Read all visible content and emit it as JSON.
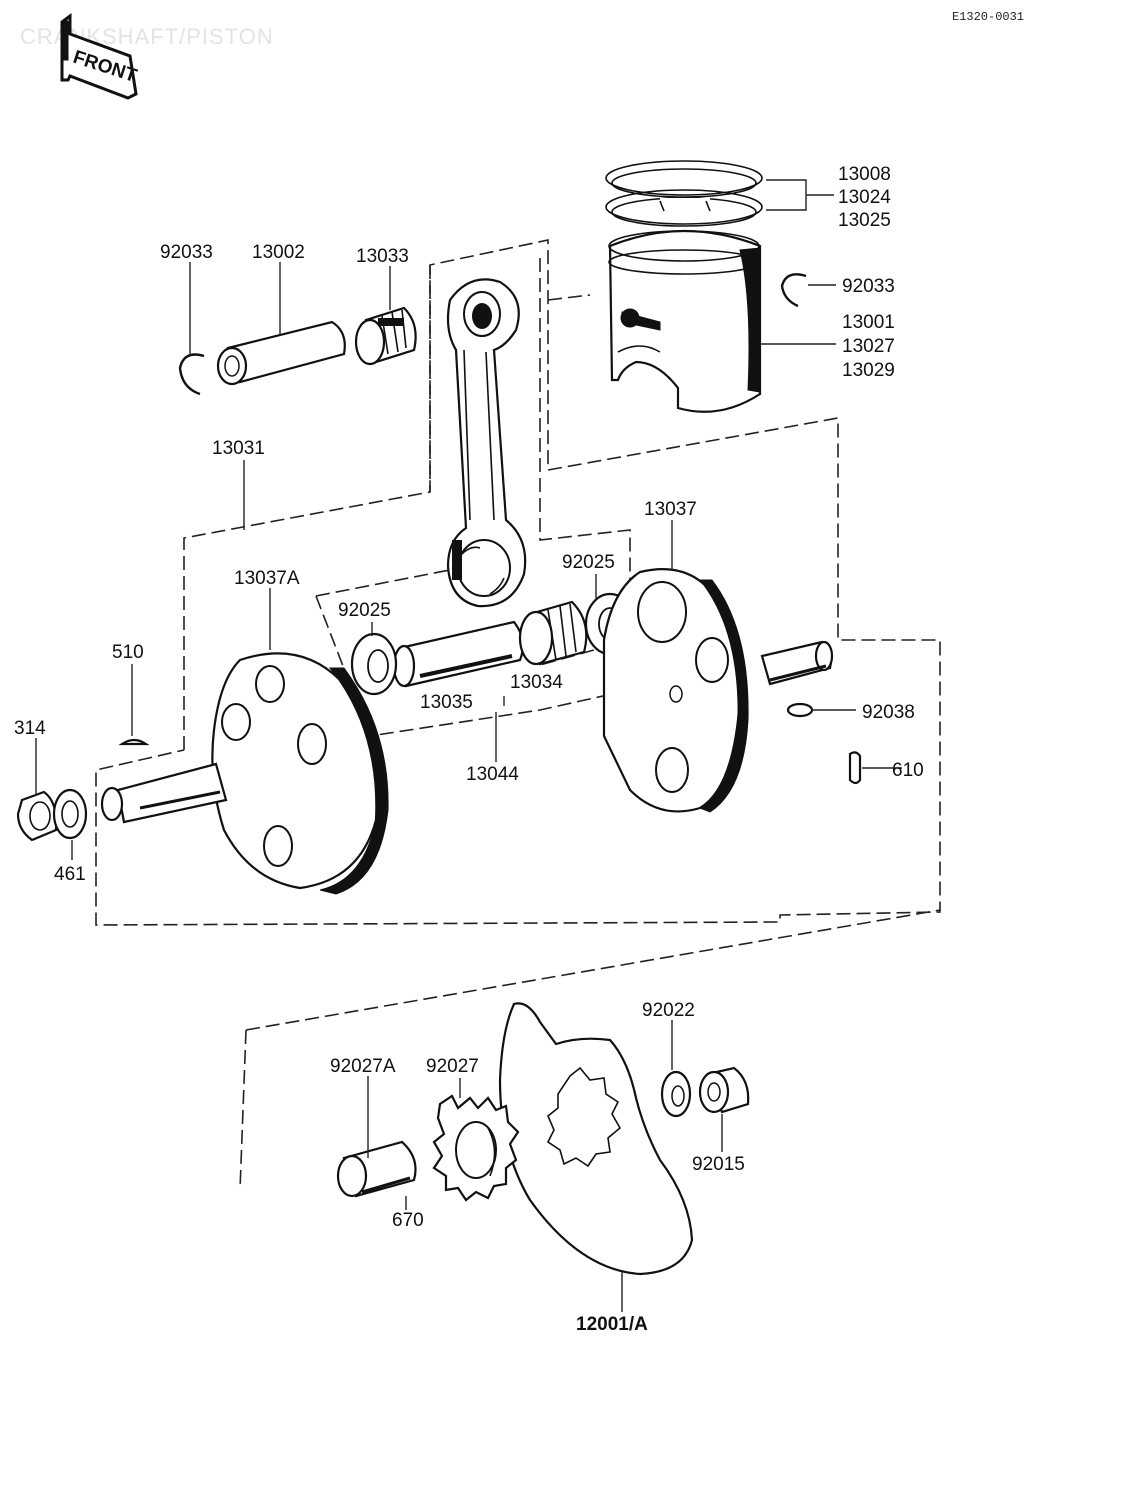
{
  "header": {
    "faint_title": "CRANKSHAFT/PISTON",
    "front_badge": "FRONT",
    "code": "E1320-0031"
  },
  "labels": {
    "l_13008": "13008",
    "l_13024": "13024",
    "l_13025": "13025",
    "l_92033_left": "92033",
    "l_13002": "13002",
    "l_13033": "13033",
    "l_92033_right": "92033",
    "l_13001": "13001",
    "l_13027": "13027",
    "l_13029": "13029",
    "l_13031": "13031",
    "l_13037": "13037",
    "l_92025_right": "92025",
    "l_13037A": "13037A",
    "l_92025_left": "92025",
    "l_510": "510",
    "l_314": "314",
    "l_13035": "13035",
    "l_13034": "13034",
    "l_92038": "92038",
    "l_13044": "13044",
    "l_610": "610",
    "l_461": "461",
    "l_92022": "92022",
    "l_92027A": "92027A",
    "l_92027": "92027",
    "l_92015": "92015",
    "l_670": "670",
    "l_12001A": "12001/A"
  }
}
